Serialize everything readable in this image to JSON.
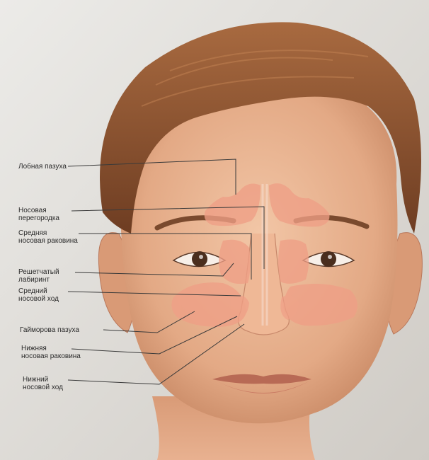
{
  "diagram": {
    "labels": {
      "frontal_sinus": "Лобная пазуха",
      "nasal_septum": "Носовая\nперегородка",
      "middle_concha": "Средняя\nносовая раковина",
      "ethmoid_labyrinth": "Решетчатый\nлабиринт",
      "middle_meatus": "Средний\nносовой ход",
      "maxillary_sinus": "Гайморова пазуха",
      "inferior_concha": "Нижняя\nносовая раковина",
      "inferior_meatus": "Нижний\nносовой ход"
    },
    "colors": {
      "background": "#d9d6d1",
      "skin": "#e9b593",
      "hair": "#8a5230",
      "sinus": "#ef9f86",
      "leader_line": "#3a3a3a"
    }
  }
}
